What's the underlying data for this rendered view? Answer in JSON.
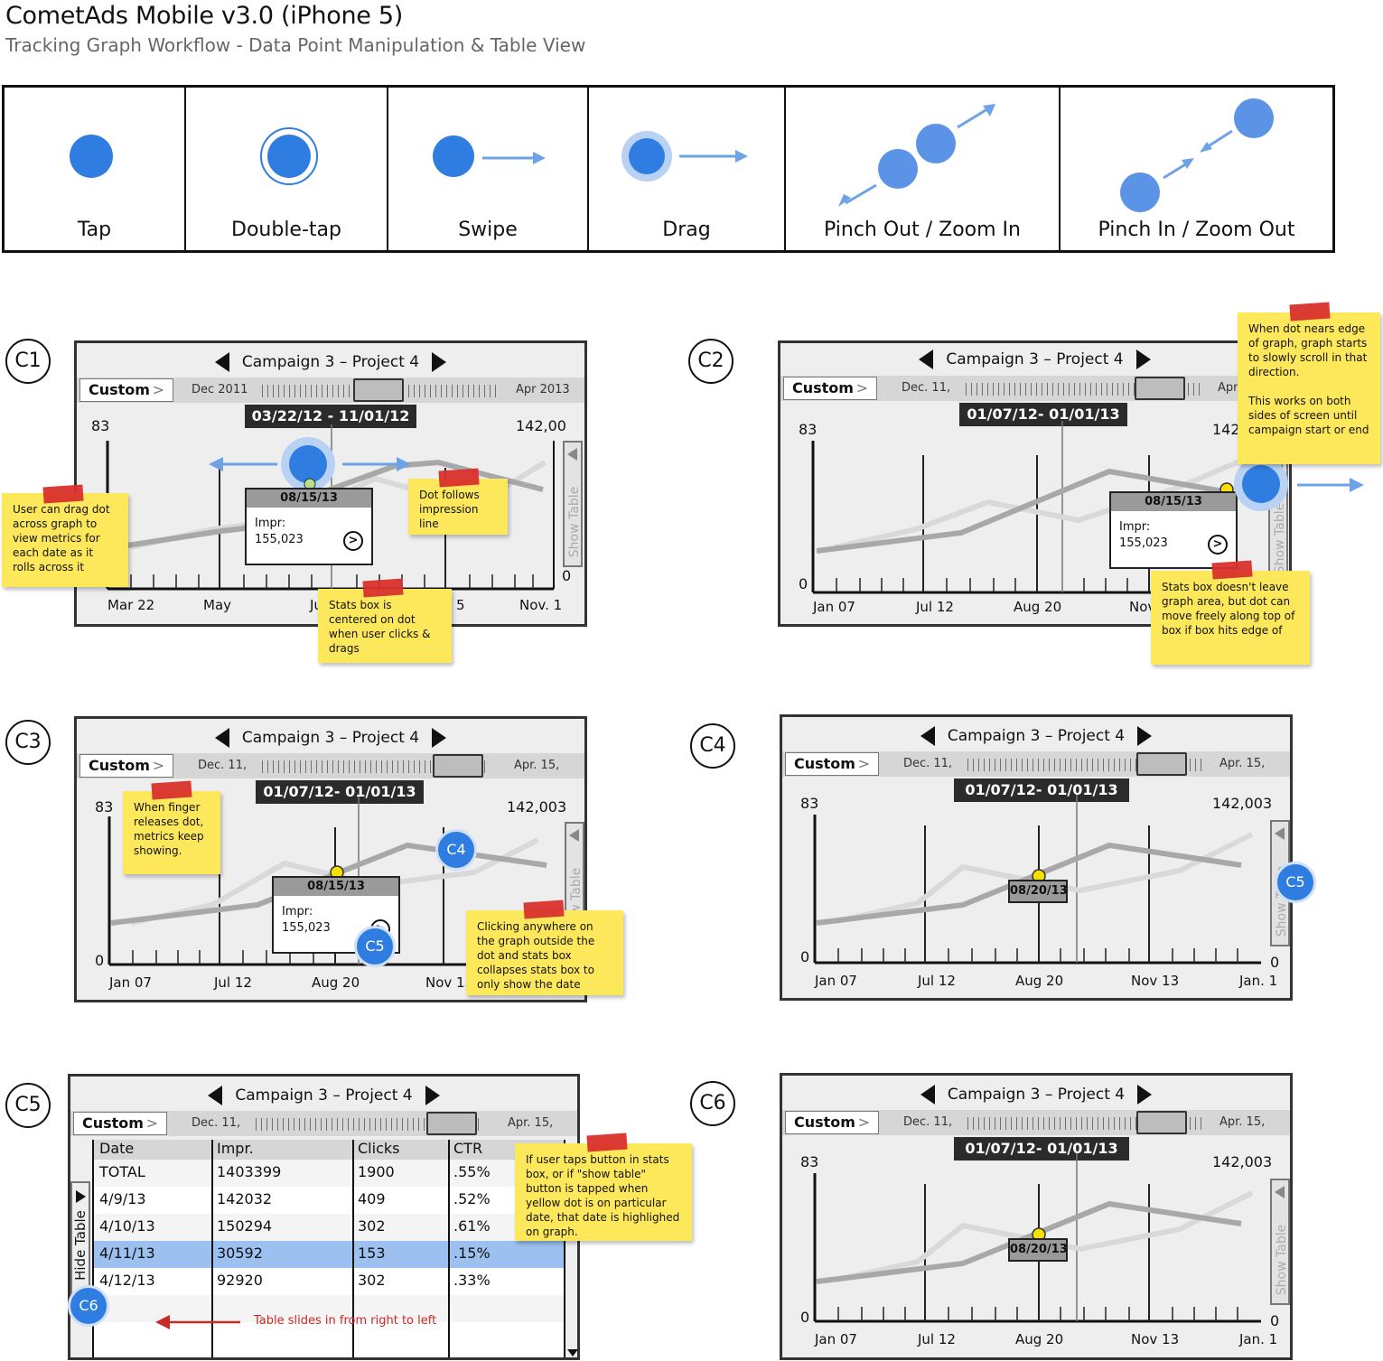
{
  "header": {
    "title": "CometAds Mobile v3.0 (iPhone 5)",
    "subtitle": "Tracking Graph Workflow - Data Point Manipulation & Table View"
  },
  "gestures": [
    "Tap",
    "Double-tap",
    "Swipe",
    "Drag",
    "Pinch Out / Zoom In",
    "Pinch In / Zoom Out"
  ],
  "colors": {
    "accent_blue": "#2f7de1",
    "sticky_yellow": "#fde85b",
    "tape_red": "#d9302c",
    "highlight_row": "#9cc0ef"
  },
  "common": {
    "nav_title": "Campaign 3 – Project 4",
    "custom_label": "Custom",
    "show_table": "Show Table",
    "hide_table": "Hide Table",
    "y_min": "0",
    "stats_date": "08/15/13",
    "stats_label": "Impr:",
    "stats_value": "155,023",
    "chip_date": "08/20/13"
  },
  "c1": {
    "label": "C1",
    "date_left": "Dec 2011",
    "date_right": "Apr 2013",
    "range": "03/22/12 - 11/01/12",
    "y_left": "83",
    "y_right": "142,00",
    "x_labels": [
      "Mar 22",
      "May",
      "Ju",
      "5",
      "Nov. 1"
    ],
    "note_drag": "User can drag dot across graph to view metrics for each date as it rolls across it",
    "note_follow": "Dot follows impression line",
    "note_center": "Stats box is centered on dot when user clicks & drags"
  },
  "c2": {
    "label": "C2",
    "date_left": "Dec. 11,",
    "date_right": "Apr",
    "range": "01/07/12- 01/01/13",
    "y_left": "83",
    "y_right": "142",
    "x_labels": [
      "Jan 07",
      "Jul 12",
      "Aug 20",
      "Nov"
    ],
    "note_edge": "When dot nears edge of graph, graph starts to slowly scroll in that direction.\n\nThis works on both sides of screen until campaign start or end",
    "note_box": "Stats box doesn't leave graph area, but dot can move freely along top of box if box hits edge of"
  },
  "c3": {
    "label": "C3",
    "date_left": "Dec. 11,",
    "date_right": "Apr. 15,",
    "range": "01/07/12- 01/01/13",
    "y_left": "83",
    "y_right": "142,003",
    "x_labels": [
      "Jan 07",
      "Jul 12",
      "Aug 20",
      "Nov 13"
    ],
    "marker_c4": "C4",
    "marker_c5": "C5",
    "note_release": "When finger releases dot, metrics keep showing.",
    "note_collapse": "Clicking anywhere on the graph outside the dot and stats box collapses stats box to only show the date"
  },
  "c4": {
    "label": "C4",
    "date_left": "Dec. 11,",
    "date_right": "Apr. 15,",
    "range": "01/07/12- 01/01/13",
    "y_left": "83",
    "y_right": "142,003",
    "x_labels": [
      "Jan 07",
      "Jul 12",
      "Aug 20",
      "Nov 13",
      "Jan. 1"
    ],
    "marker_c5": "C5"
  },
  "c5": {
    "label": "C5",
    "date_left": "Dec. 11,",
    "date_right": "Apr. 15,",
    "table_headers": [
      "Date",
      "Impr.",
      "Clicks",
      "CTR"
    ],
    "table_rows": [
      [
        "TOTAL",
        "1403399",
        "1900",
        ".55%"
      ],
      [
        "4/9/13",
        "142032",
        "409",
        ".52%"
      ],
      [
        "4/10/13",
        "150294",
        "302",
        ".61%"
      ],
      [
        "4/11/13",
        "30592",
        "153",
        ".15%"
      ],
      [
        "4/12/13",
        "92920",
        "302",
        ".33%"
      ]
    ],
    "marker_c6": "C6",
    "slide_note": "Table slides in from right to left",
    "note_tap": "If user taps button in stats box, or if \"show table\" button is tapped when yellow dot is on particular date, that date is highlighed on graph."
  },
  "c6": {
    "label": "C6",
    "date_left": "Dec. 11,",
    "date_right": "Apr. 15,",
    "range": "01/07/12- 01/01/13",
    "y_left": "83",
    "y_right": "142,003",
    "x_labels": [
      "Jan 07",
      "Jul 12",
      "Aug 20",
      "Nov 13",
      "Jan. 1"
    ]
  }
}
